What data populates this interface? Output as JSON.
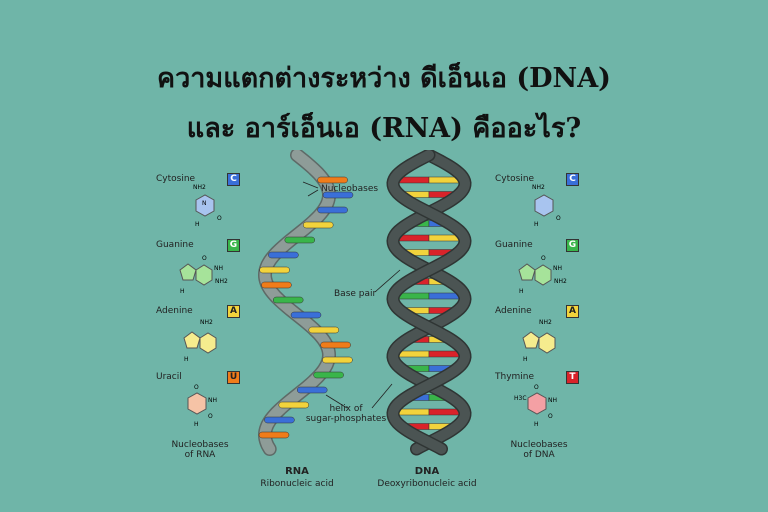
{
  "title_line1": "ความแตกต่างระหว่าง ดีเอ็นเอ (DNA)",
  "title_line2": "และ อาร์เอ็นเอ (RNA) คืออะไร?",
  "rna_side": {
    "bases": [
      {
        "name": "Cytosine",
        "letter": "C",
        "color": "#3a6fd8"
      },
      {
        "name": "Guanine",
        "letter": "G",
        "color": "#39b54a"
      },
      {
        "name": "Adenine",
        "letter": "A",
        "color": "#f2d33c"
      },
      {
        "name": "Uracil",
        "letter": "U",
        "color": "#f07c1a"
      }
    ],
    "caption_line1": "Nucleobases",
    "caption_line2": "of RNA"
  },
  "dna_side": {
    "bases": [
      {
        "name": "Cytosine",
        "letter": "C",
        "color": "#3a6fd8"
      },
      {
        "name": "Guanine",
        "letter": "G",
        "color": "#39b54a"
      },
      {
        "name": "Adenine",
        "letter": "A",
        "color": "#f2d33c"
      },
      {
        "name": "Thymine",
        "letter": "T",
        "color": "#d9232a"
      }
    ],
    "caption_line1": "Nucleobases",
    "caption_line2": "of DNA"
  },
  "annotations": {
    "nucleobases": "Nucleobases",
    "base_pair": "Base pair",
    "helix_line1": "helix of",
    "helix_line2": "sugar-phosphates"
  },
  "rna_label": {
    "title": "RNA",
    "subtitle": "Ribonucleic acid"
  },
  "dna_label": {
    "title": "DNA",
    "subtitle": "Deoxyribonucleic acid"
  },
  "molecule_text": {
    "nh2": "NH2",
    "nh": "NH",
    "n": "N",
    "o": "O",
    "h": "H",
    "h3c": "H3C"
  },
  "colors": {
    "background": "#6fb5a8",
    "rna_backbone": "#8e9c98",
    "dna_backbone": "#4b5453",
    "cytosine_ring": "#a8c4ef",
    "guanine_ring": "#a6e39a",
    "adenine_ring": "#f5ec8e",
    "uracil_ring": "#f6c3a6",
    "thymine_ring": "#f4a0a4"
  }
}
